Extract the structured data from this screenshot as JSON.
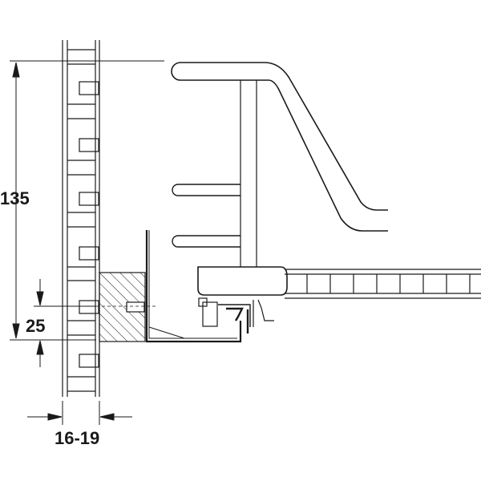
{
  "dimensions": {
    "height_total": "135",
    "height_offset": "25",
    "thickness": "16-19"
  },
  "colors": {
    "stroke": "#1a1a1a",
    "background": "#ffffff"
  }
}
